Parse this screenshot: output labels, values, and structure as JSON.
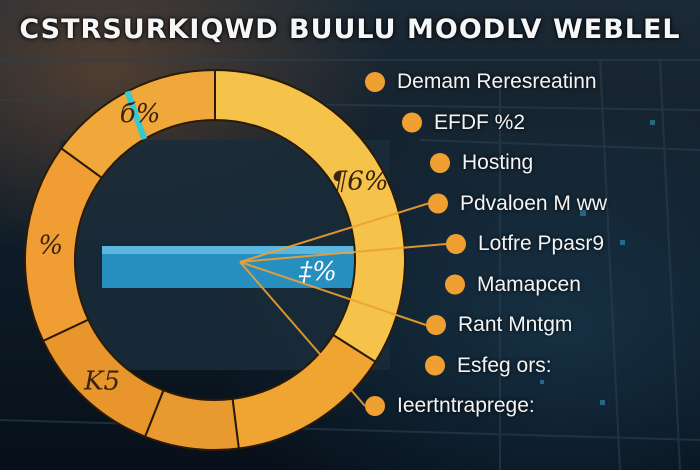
{
  "title": "CSTRSURKIQWD BUULU MOODLV WEBLEL",
  "chart_data": {
    "type": "pie",
    "style": "donut",
    "colors": {
      "orange": "#f0a030",
      "yellow": "#f4c24a",
      "teal": "#38c8d0",
      "bar": "#2aa0d8"
    },
    "slices": [
      {
        "label": "¶6%",
        "value": 34,
        "color": "#f5c24a"
      },
      {
        "label": "",
        "value": 14,
        "color": "#f0a432"
      },
      {
        "label": "",
        "value": 8,
        "color": "#e89a30"
      },
      {
        "label": "K5",
        "value": 12,
        "color": "#e8962c"
      },
      {
        "label": "%",
        "value": 17,
        "color": "#f09e34"
      },
      {
        "label": "б%",
        "value": 15,
        "color": "#f0a83a"
      }
    ],
    "center_label": "‡%",
    "legend": [
      "Demam Reresreatinn",
      "EFDF %2",
      "Hosting",
      "Pdvaloen M ww",
      "Lotfre Ppasr9",
      "Mamapcen",
      "Rant Mntgm",
      "Esfeg ors:",
      "Ieertntraprege:"
    ],
    "legend_placement": "right"
  }
}
